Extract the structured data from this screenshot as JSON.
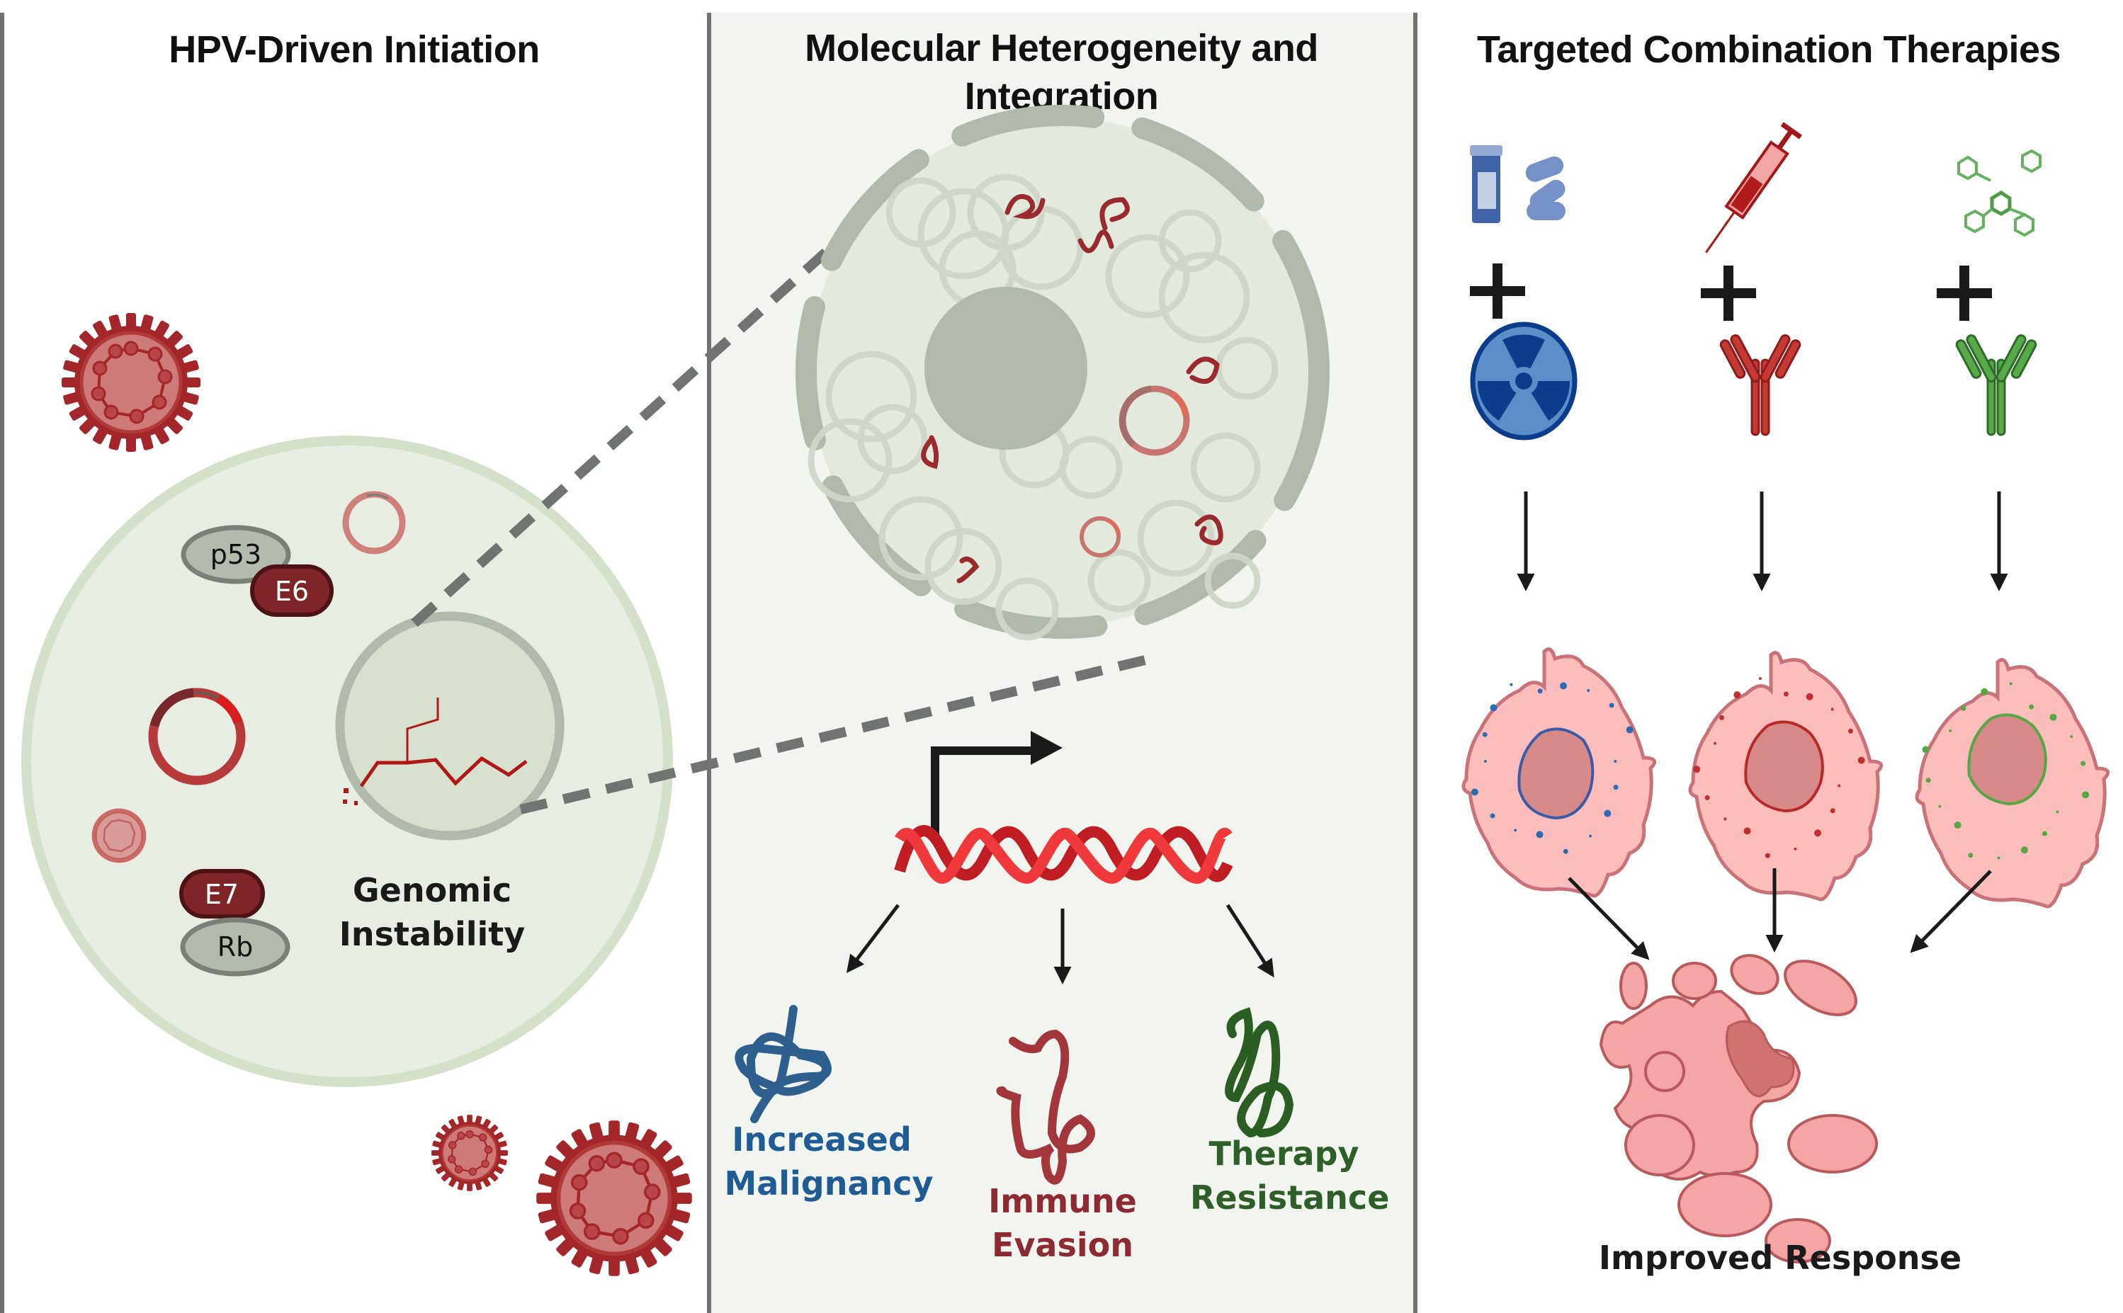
{
  "panels": [
    {
      "title": "HPV-Driven Initiation",
      "proteins": {
        "p53": "p53",
        "e6": "E6",
        "e7": "E7",
        "rb": "Rb"
      },
      "nucleus_label_line1": "Genomic",
      "nucleus_label_line2": "Instability"
    },
    {
      "title_line1": "Molecular Heterogeneity and",
      "title_line2": "Integration",
      "outcomes": [
        {
          "line1": "Increased",
          "line2": "Malignancy",
          "color": "#1f5c96"
        },
        {
          "line1": "Immune",
          "line2": "Evasion",
          "color": "#8e2a33"
        },
        {
          "line1": "Therapy",
          "line2": "Resistance",
          "color": "#2f5e2a"
        }
      ]
    },
    {
      "title": "Targeted Combination Therapies",
      "combos": [
        {
          "agent": "pills-icon",
          "partner": "radiation-icon"
        },
        {
          "agent": "syringe-icon",
          "partner": "antibody-icon-red"
        },
        {
          "agent": "molecules-icon",
          "partner": "antibody-icon-green"
        }
      ],
      "result_label": "Improved Response"
    }
  ],
  "colors": {
    "virus": "#a3262a",
    "virus_fill": "#cf7a7a",
    "cell": "#e7ede2",
    "cell_border": "#d5e0cb",
    "nucleus_border": "#b1b9ad",
    "dash": "#707470",
    "protein_red": "#7f2529",
    "protein_gray": "#b3bbaf",
    "tumor_fill": "#fdbdbd",
    "tumor_border": "#c9727a",
    "blue_accent": "#2f6ab5",
    "red_accent": "#c0302e",
    "green_accent": "#55a844"
  }
}
